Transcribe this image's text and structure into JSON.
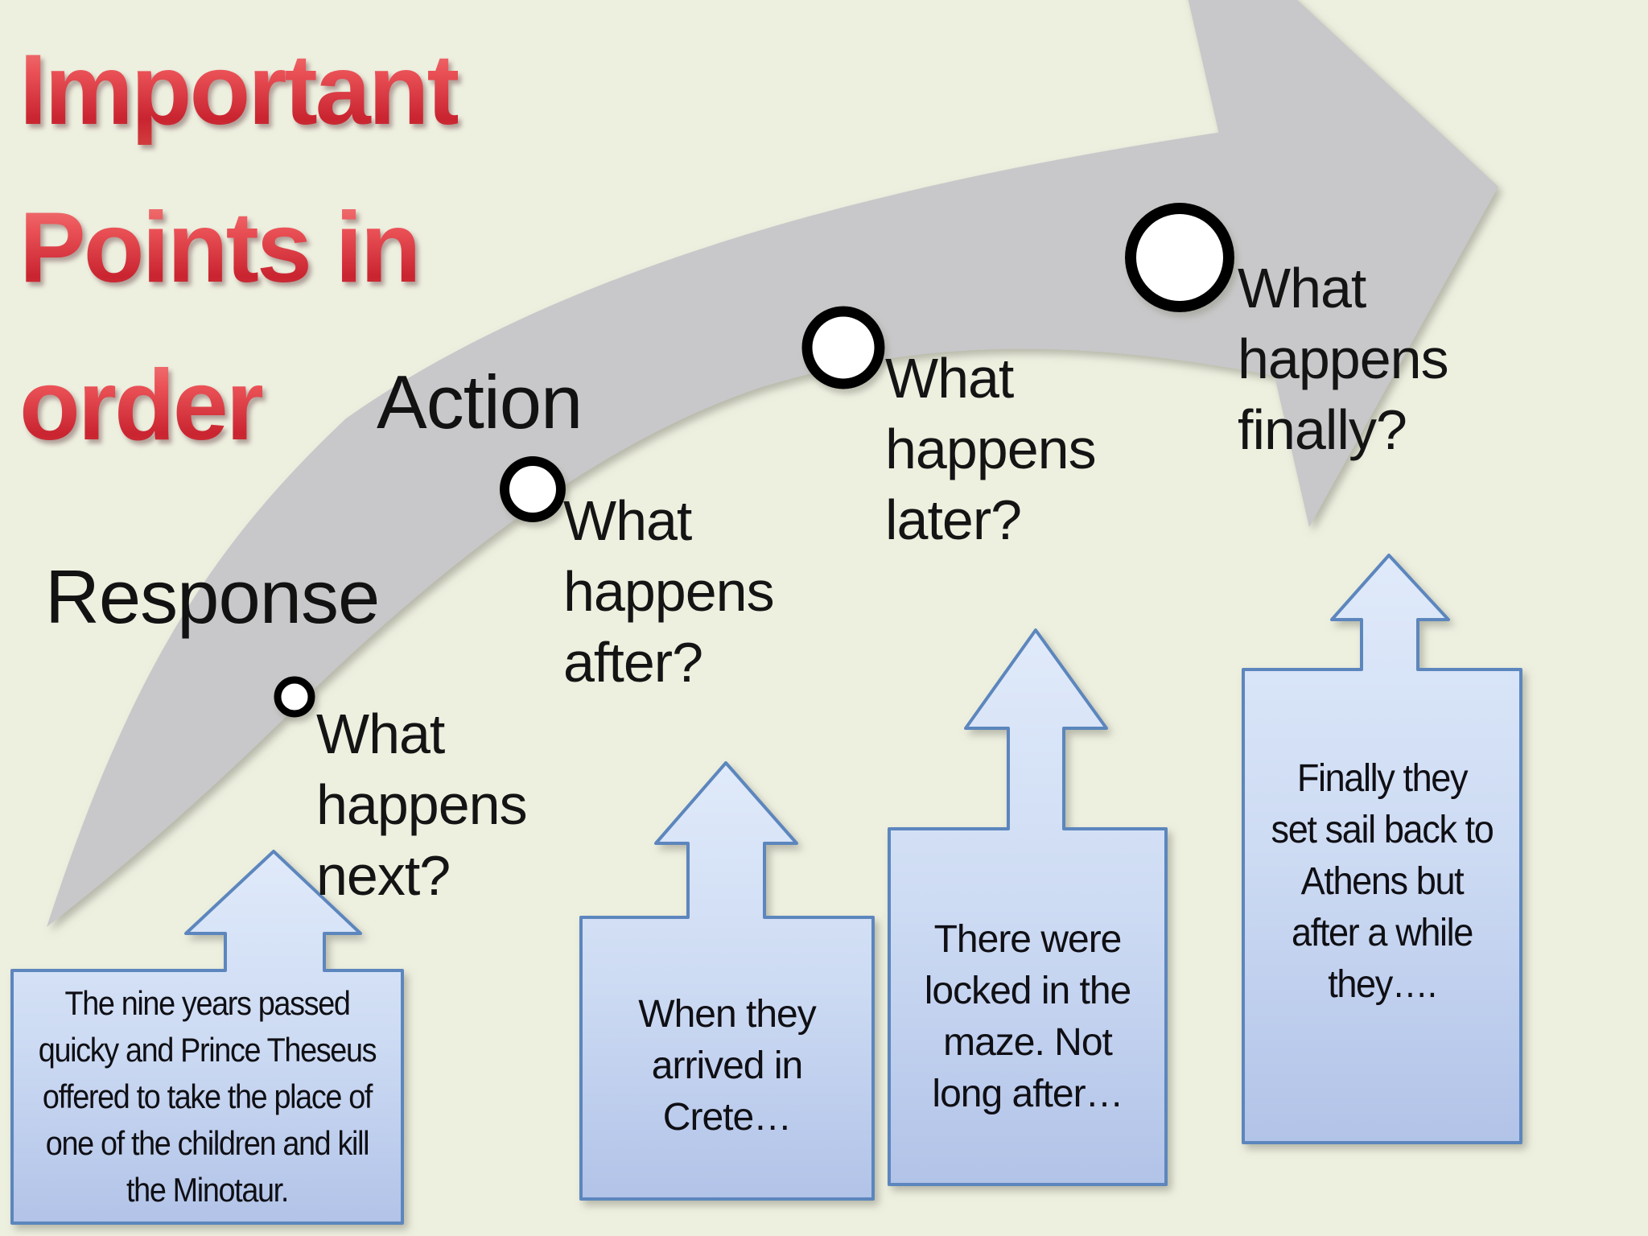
{
  "slide": {
    "kind": "presentation-slide",
    "background_color": "#edefdf",
    "title": {
      "lines": [
        "Important",
        "Points in",
        "order"
      ],
      "color": "#d8232f"
    }
  },
  "sequence_arrow": {
    "shape": "curved-swoosh-arrow",
    "direction": "bottom-left to top-right",
    "color": "#c8c8ca"
  },
  "stages": [
    {
      "label": "Response"
    },
    {
      "label": "Action"
    }
  ],
  "milestones": [
    {
      "marker": "circle",
      "size": "x-small",
      "question": "What\nhappens\nnext?"
    },
    {
      "marker": "circle",
      "size": "small",
      "question": "What\nhappens\nafter?"
    },
    {
      "marker": "circle",
      "size": "medium",
      "question": "What\nhappens\nlater?"
    },
    {
      "marker": "circle",
      "size": "large",
      "question": "What\nhappens\nfinally?"
    }
  ],
  "callouts": [
    {
      "shape": "up-arrow-callout",
      "text": "The nine years passed\nquicky and Prince Theseus\noffered to take the place of\none of the children and kill\nthe Minotaur."
    },
    {
      "shape": "up-arrow-callout",
      "text": "When they\narrived in\nCrete…"
    },
    {
      "shape": "up-arrow-callout",
      "text": "There were\nlocked in the\nmaze. Not\nlong after…"
    },
    {
      "shape": "up-arrow-callout",
      "text": "Finally they\nset sail back to\nAthens but\nafter a while\nthey…."
    }
  ],
  "colors": {
    "callout_border": "#5c86bd",
    "callout_fill_top": "#e0eafa",
    "callout_fill_bottom": "#b2c3e8",
    "arrow_gray": "#c8c8ca",
    "text": "#141414",
    "circle_stroke": "#000000",
    "circle_fill": "#ffffff"
  }
}
